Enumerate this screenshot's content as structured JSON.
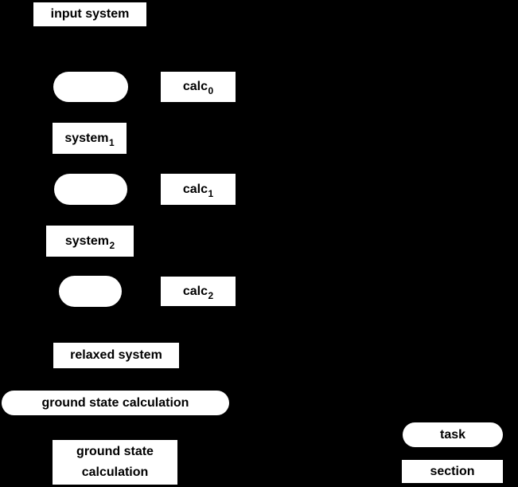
{
  "canvas": {
    "background_color": "#000000",
    "shape_fill_color": "#ffffff",
    "text_color": "#000000"
  },
  "diagram": {
    "nodes": {
      "input_system": {
        "label": "input system"
      },
      "calc0": {
        "label": "calc",
        "sub": "0"
      },
      "system1": {
        "label": "system",
        "sub": "1"
      },
      "calc1": {
        "label": "calc",
        "sub": "1"
      },
      "system2": {
        "label": "system",
        "sub": "2"
      },
      "calc2": {
        "label": "calc",
        "sub": "2"
      },
      "relaxed_system": {
        "label": "relaxed system"
      },
      "ground_state_pill": {
        "label": "ground state calculation"
      },
      "ground_state_rect": {
        "line1": "ground state",
        "line2": "calculation"
      }
    },
    "legend": {
      "task": {
        "label": "task"
      },
      "section": {
        "label": "section"
      }
    }
  }
}
